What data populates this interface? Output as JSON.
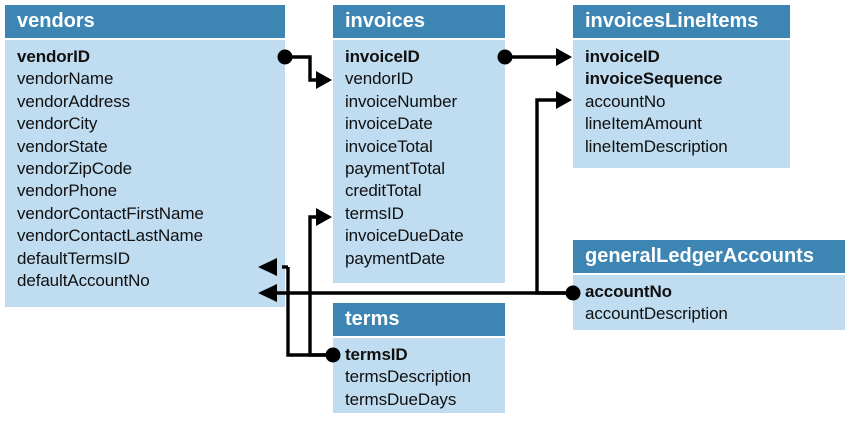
{
  "diagram": {
    "title": "Database schema diagram",
    "colors": {
      "header_bg": "#3d86b4",
      "header_text": "#ffffff",
      "body_bg": "#bfdcf0",
      "field_text": "#101010",
      "connector": "#000000",
      "page_bg": "#ffffff"
    }
  },
  "entities": [
    {
      "id": "vendors",
      "name": "vendors",
      "fields": [
        {
          "label": "vendorID",
          "primary_key": true
        },
        {
          "label": "vendorName",
          "primary_key": false
        },
        {
          "label": "vendorAddress",
          "primary_key": false
        },
        {
          "label": "vendorCity",
          "primary_key": false
        },
        {
          "label": "vendorState",
          "primary_key": false
        },
        {
          "label": "vendorZipCode",
          "primary_key": false
        },
        {
          "label": "vendorPhone",
          "primary_key": false
        },
        {
          "label": "vendorContactFirstName",
          "primary_key": false
        },
        {
          "label": "vendorContactLastName",
          "primary_key": false
        },
        {
          "label": "defaultTermsID",
          "primary_key": false
        },
        {
          "label": "defaultAccountNo",
          "primary_key": false
        }
      ]
    },
    {
      "id": "invoices",
      "name": "invoices",
      "fields": [
        {
          "label": "invoiceID",
          "primary_key": true
        },
        {
          "label": "vendorID",
          "primary_key": false
        },
        {
          "label": "invoiceNumber",
          "primary_key": false
        },
        {
          "label": "invoiceDate",
          "primary_key": false
        },
        {
          "label": "invoiceTotal",
          "primary_key": false
        },
        {
          "label": "paymentTotal",
          "primary_key": false
        },
        {
          "label": "creditTotal",
          "primary_key": false
        },
        {
          "label": "termsID",
          "primary_key": false
        },
        {
          "label": "invoiceDueDate",
          "primary_key": false
        },
        {
          "label": "paymentDate",
          "primary_key": false
        }
      ]
    },
    {
      "id": "invoicesLineItems",
      "name": "invoicesLineItems",
      "fields": [
        {
          "label": "invoiceID",
          "primary_key": true
        },
        {
          "label": "invoiceSequence",
          "primary_key": true
        },
        {
          "label": "accountNo",
          "primary_key": false
        },
        {
          "label": "lineItemAmount",
          "primary_key": false
        },
        {
          "label": "lineItemDescription",
          "primary_key": false
        }
      ]
    },
    {
      "id": "generalLedgerAccounts",
      "name": "generalLedgerAccounts",
      "fields": [
        {
          "label": "accountNo",
          "primary_key": true
        },
        {
          "label": "accountDescription",
          "primary_key": false
        }
      ]
    },
    {
      "id": "terms",
      "name": "terms",
      "fields": [
        {
          "label": "termsID",
          "primary_key": true
        },
        {
          "label": "termsDescription",
          "primary_key": false
        },
        {
          "label": "termsDueDays",
          "primary_key": false
        }
      ]
    }
  ],
  "relationships": [
    {
      "id": "vendors-invoices",
      "from_entity": "vendors",
      "from_field": "vendorID",
      "to_entity": "invoices",
      "to_field": "vendorID",
      "from_marker": "one-circle",
      "to_marker": "many-arrow"
    },
    {
      "id": "invoices-lineitems",
      "from_entity": "invoices",
      "from_field": "invoiceID",
      "to_entity": "invoicesLineItems",
      "to_field": "invoiceID",
      "from_marker": "one-circle",
      "to_marker": "many-arrow"
    },
    {
      "id": "gl-lineitems",
      "from_entity": "generalLedgerAccounts",
      "from_field": "accountNo",
      "to_entity": "invoicesLineItems",
      "to_field": "accountNo",
      "from_marker": "one-circle",
      "to_marker": "many-arrow"
    },
    {
      "id": "terms-invoices",
      "from_entity": "terms",
      "from_field": "termsID",
      "to_entity": "invoices",
      "to_field": "termsID",
      "from_marker": "one-circle",
      "to_marker": "many-arrow"
    },
    {
      "id": "terms-vendors",
      "from_entity": "terms",
      "from_field": "termsID",
      "to_entity": "vendors",
      "to_field": "defaultTermsID",
      "from_marker": "one-circle",
      "to_marker": "many-arrow"
    },
    {
      "id": "gl-vendors",
      "from_entity": "generalLedgerAccounts",
      "from_field": "accountNo",
      "to_entity": "vendors",
      "to_field": "defaultAccountNo",
      "from_marker": "one-circle",
      "to_marker": "many-arrow"
    }
  ]
}
